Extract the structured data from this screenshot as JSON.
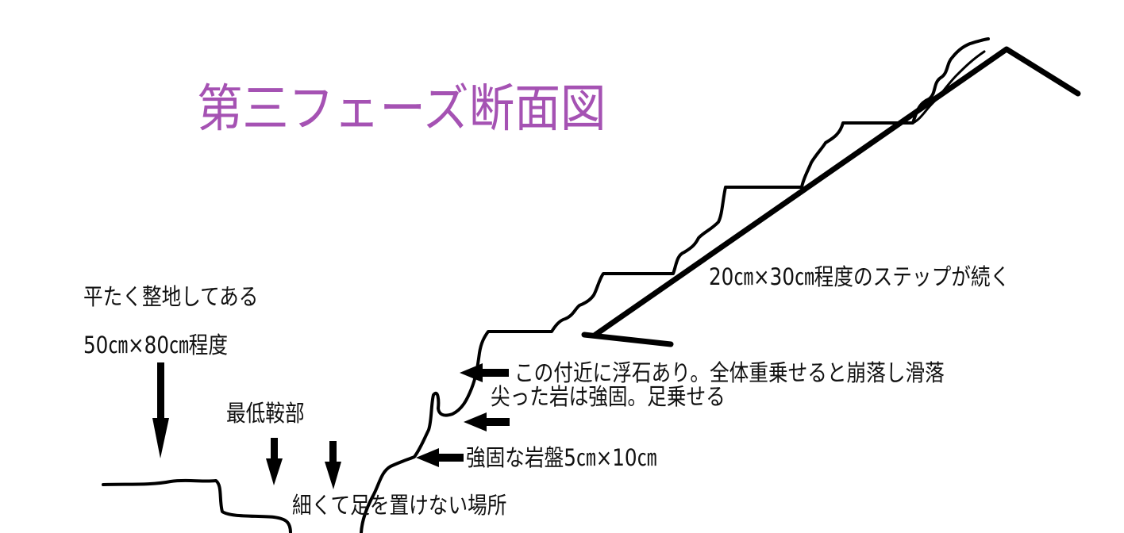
{
  "title": "第三フェーズ断面図",
  "colors": {
    "title": "#a552b3",
    "line": "#000000"
  },
  "labels": {
    "flat": "平たく整地してある",
    "flat_size": "50㎝×80㎝程度",
    "lowest_saddle": "最低鞍部",
    "narrow": "細くて足を置けない場所",
    "bedrock": "強固な岩盤5㎝×10㎝",
    "loose_rock": "この付近に浮石あり。全体重乗せると崩落し滑落",
    "sharp_rock": "尖った岩は強固。足乗せる",
    "steps": "20㎝×30㎝程度のステップが続く"
  }
}
